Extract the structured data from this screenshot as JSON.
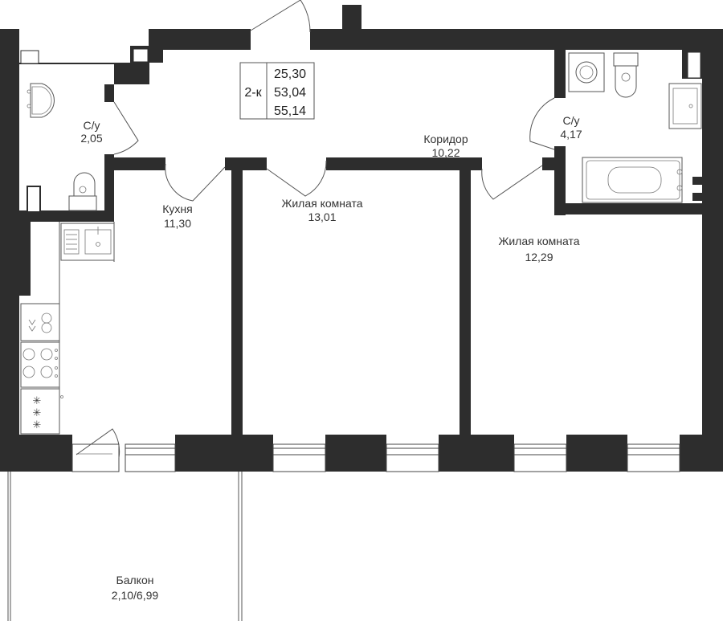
{
  "summary": {
    "type": "2-к",
    "living_area": "25,30",
    "total_area": "53,04",
    "total_with_balcony": "55,14"
  },
  "rooms": {
    "wc_small": {
      "name": "С/у",
      "area": "2,05"
    },
    "wc_large": {
      "name": "С/у",
      "area": "4,17"
    },
    "corridor": {
      "name": "Коридор",
      "area": "10,22"
    },
    "kitchen": {
      "name": "Кухня",
      "area": "11,30"
    },
    "living1": {
      "name": "Жилая комната",
      "area": "13,01"
    },
    "living2": {
      "name": "Жилая комната",
      "area": "12,29"
    },
    "balcony": {
      "name": "Балкон",
      "area": "2,10/6,99"
    }
  },
  "colors": {
    "wall": "#2d2d2d",
    "background": "#ffffff",
    "fixture_line": "#555555"
  }
}
